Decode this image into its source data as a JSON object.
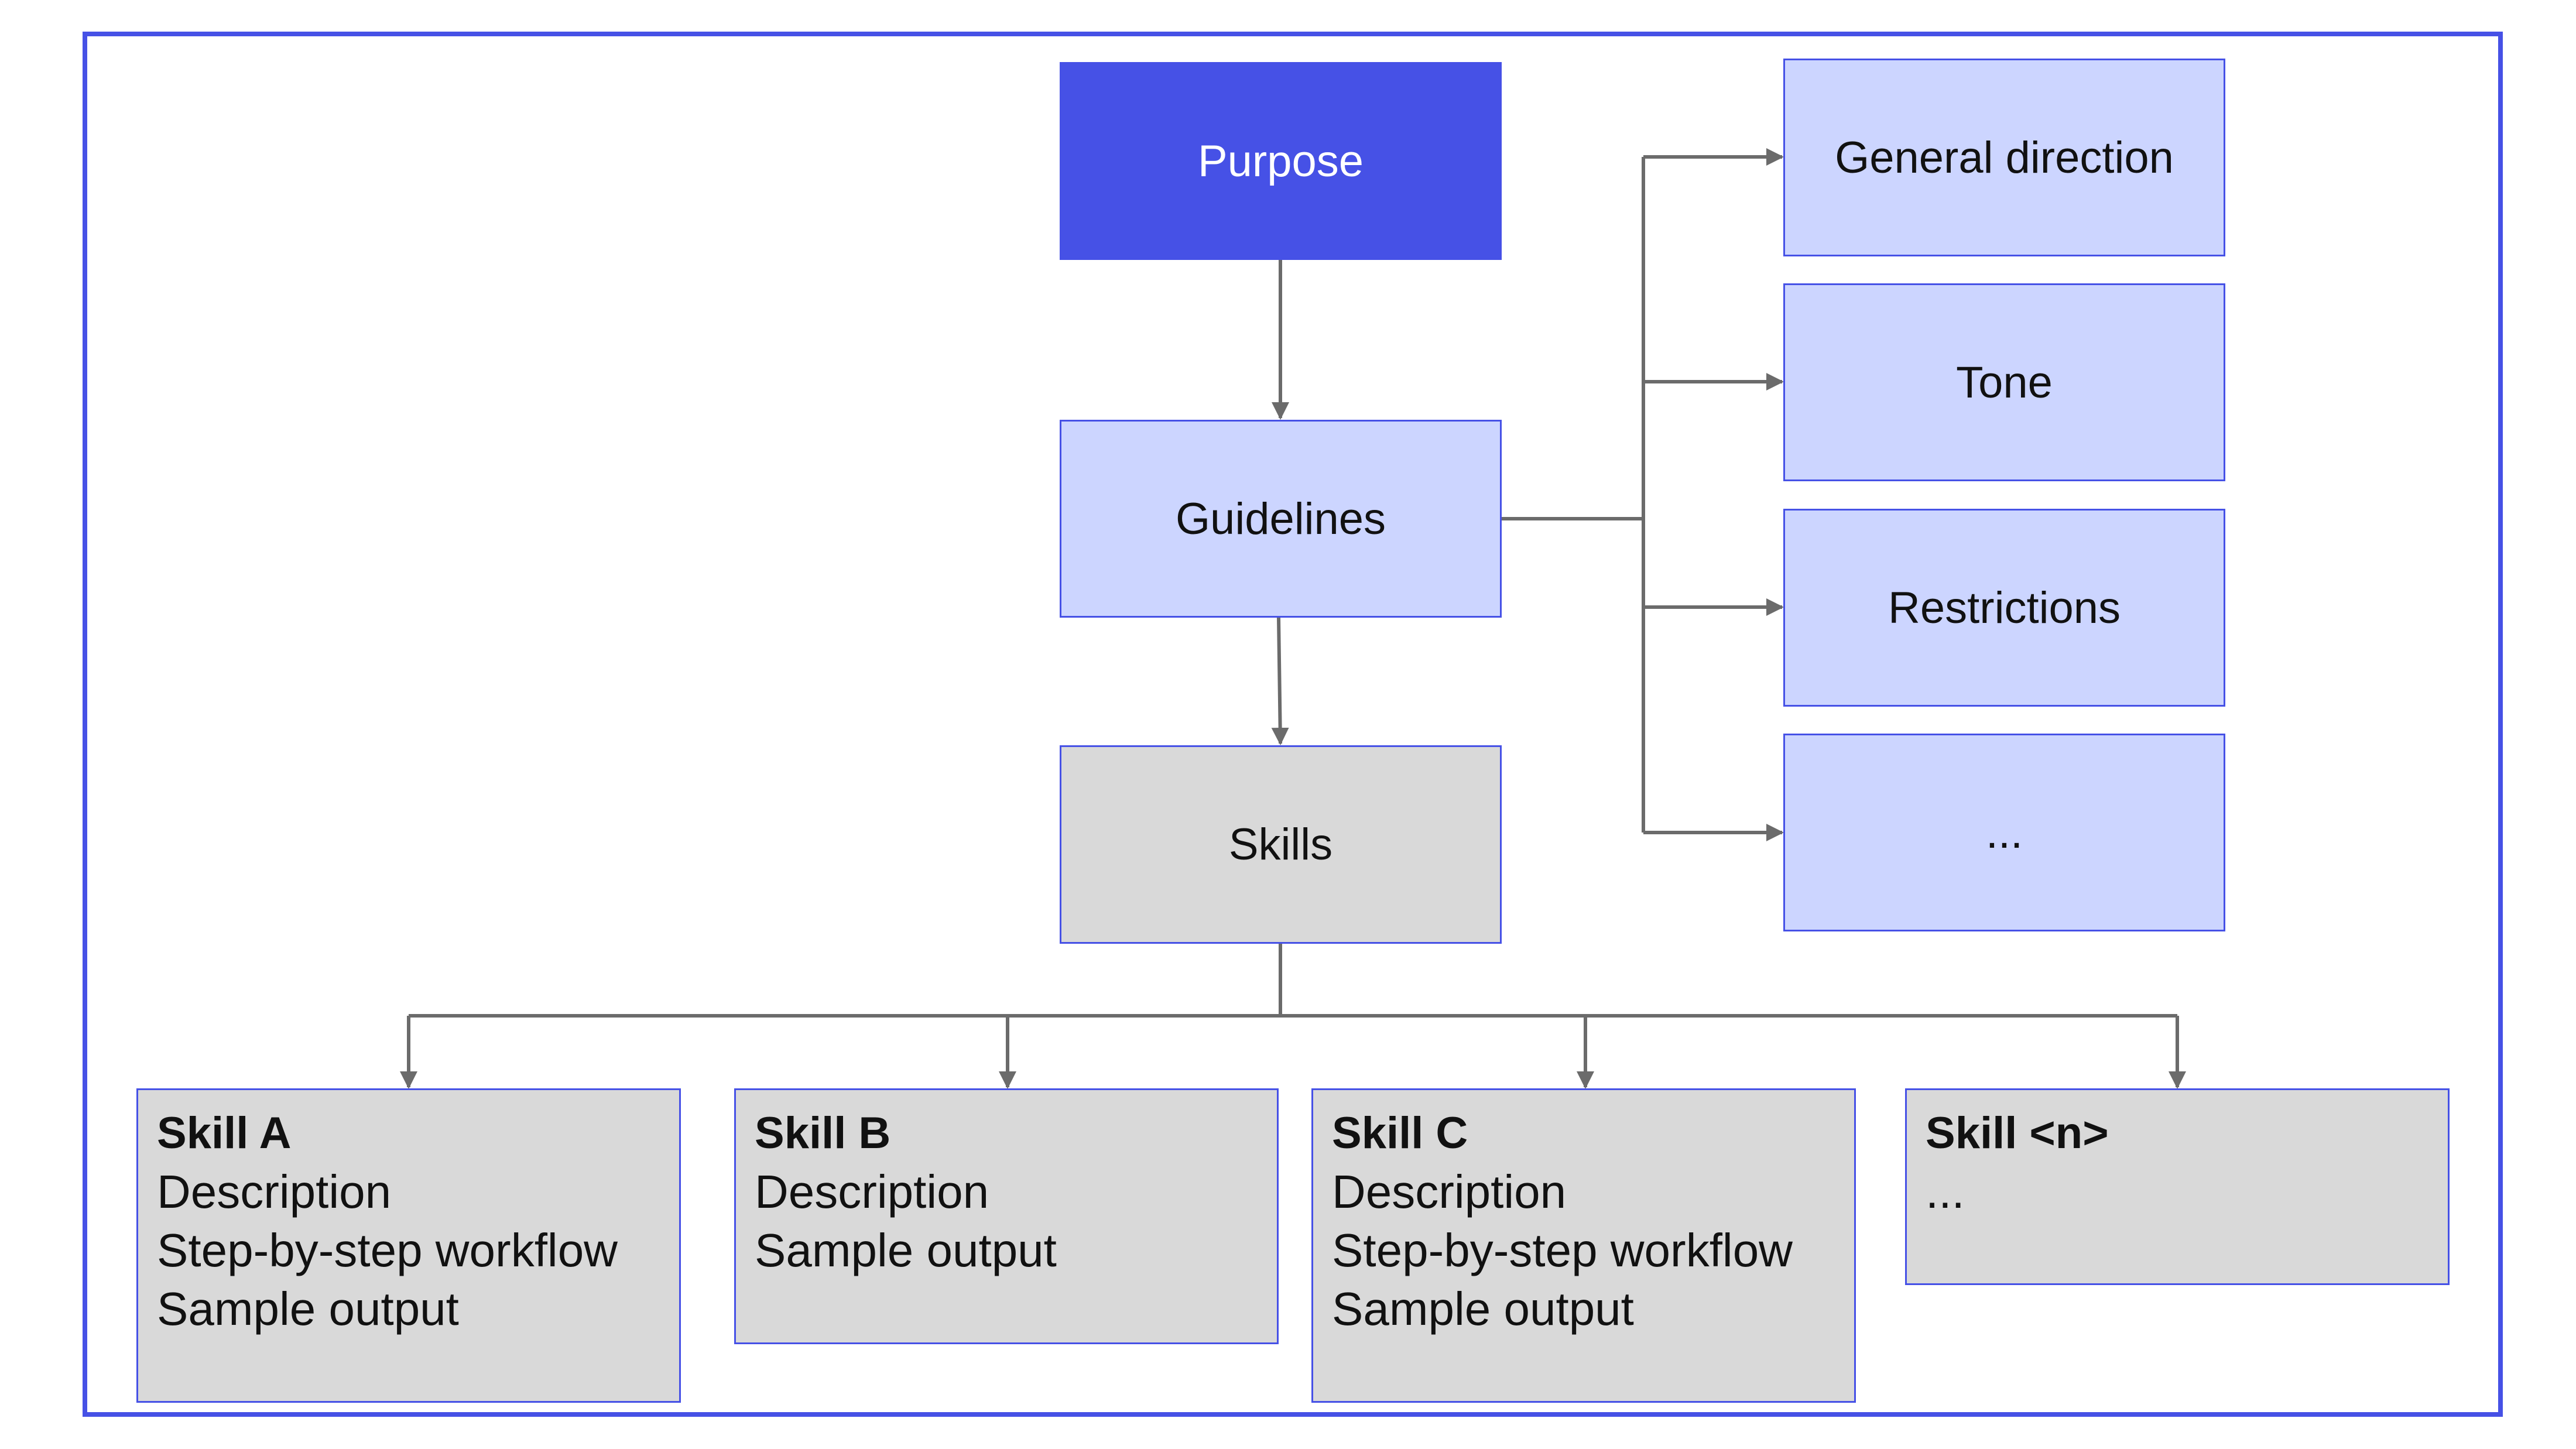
{
  "colors": {
    "accent": "#4651e6",
    "light_box": "#ccd5ff",
    "grey_box": "#d9d9d9",
    "connector": "#6b6b6b"
  },
  "nodes": {
    "purpose": "Purpose",
    "guidelines": "Guidelines",
    "skills": "Skills"
  },
  "guideline_items": [
    "General direction",
    "Tone",
    "Restrictions",
    "..."
  ],
  "skill_cards": [
    {
      "title": "Skill A",
      "lines": [
        "Description",
        "Step-by-step workflow",
        "Sample output"
      ]
    },
    {
      "title": "Skill B",
      "lines": [
        "Description",
        "Sample output"
      ]
    },
    {
      "title": "Skill C",
      "lines": [
        "Description",
        "Step-by-step workflow",
        "Sample output"
      ]
    },
    {
      "title": "Skill <n>",
      "lines": [
        "..."
      ]
    }
  ]
}
